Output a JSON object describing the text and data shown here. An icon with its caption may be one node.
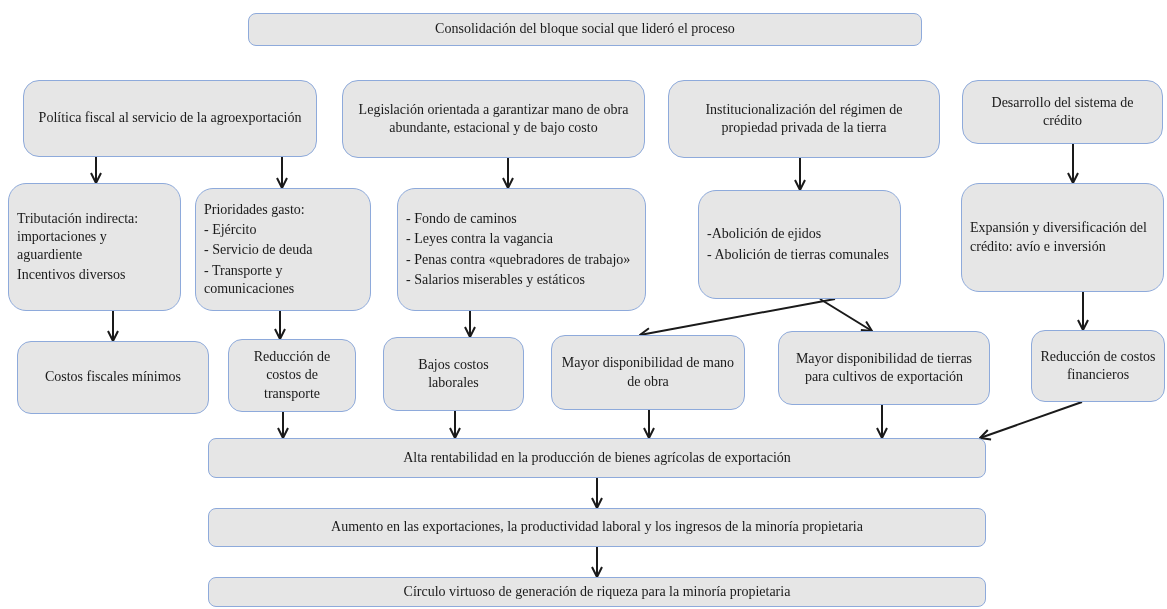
{
  "diagram": {
    "nodes": [
      {
        "text": [
          "Consolidación del bloque social que lideró el proceso"
        ]
      },
      {
        "text": [
          "Política fiscal al servicio de la agroexportación"
        ]
      },
      {
        "text": [
          "Legislación orientada a garantizar mano de obra abundante, estacional y de bajo costo"
        ]
      },
      {
        "text": [
          "Institucionalización del régimen de propiedad privada de la tierra"
        ]
      },
      {
        "text": [
          "Desarrollo del sistema de crédito"
        ]
      },
      {
        "text": [
          "Tributación indirecta: importaciones y aguardiente",
          "Incentivos diversos"
        ]
      },
      {
        "text": [
          "Prioridades gasto:",
          "- Ejército",
          "- Servicio de deuda",
          "- Transporte y comunicaciones"
        ]
      },
      {
        "text": [
          "- Fondo de caminos",
          "- Leyes contra la vagancia",
          "- Penas contra «quebradores de trabajo»",
          "- Salarios miserables y estáticos"
        ]
      },
      {
        "text": [
          "-Abolición de ejidos",
          "- Abolición de tierras comunales"
        ]
      },
      {
        "text": [
          "Expansión y diversificación del crédito: avío e inversión"
        ]
      },
      {
        "text": [
          "Costos fiscales mínimos"
        ]
      },
      {
        "text": [
          "Reducción de costos de transporte"
        ]
      },
      {
        "text": [
          "Bajos costos laborales"
        ]
      },
      {
        "text": [
          "Mayor disponibilidad de mano de obra"
        ]
      },
      {
        "text": [
          "Mayor disponibilidad de tierras para cultivos de exportación"
        ]
      },
      {
        "text": [
          "Reducción de costos financieros"
        ]
      },
      {
        "text": [
          "Alta rentabilidad en la producción de bienes agrícolas de exportación"
        ]
      },
      {
        "text": [
          "Aumento en las exportaciones, la productividad laboral y los ingresos de la minoría propietaria"
        ]
      },
      {
        "text": [
          "Círculo virtuoso de generación de riqueza para la minoría propietaria"
        ]
      }
    ],
    "edges": [
      {
        "from": 1,
        "to": 5,
        "arrow": "to"
      },
      {
        "from": 1,
        "to": 6,
        "arrow": "to"
      },
      {
        "from": 2,
        "to": 7,
        "arrow": "to"
      },
      {
        "from": 3,
        "to": 8,
        "arrow": "to"
      },
      {
        "from": 4,
        "to": 9,
        "arrow": "to"
      },
      {
        "from": 5,
        "to": 10,
        "arrow": "to"
      },
      {
        "from": 6,
        "to": 11,
        "arrow": "to"
      },
      {
        "from": 7,
        "to": 12,
        "arrow": "to"
      },
      {
        "from": 8,
        "to": 13,
        "arrow": "to"
      },
      {
        "from": 8,
        "to": 14,
        "arrow": "to"
      },
      {
        "from": 9,
        "to": 15,
        "arrow": "to"
      },
      {
        "from": 11,
        "to": 16,
        "arrow": "to"
      },
      {
        "from": 12,
        "to": 16,
        "arrow": "to"
      },
      {
        "from": 13,
        "to": 16,
        "arrow": "to"
      },
      {
        "from": 14,
        "to": 16,
        "arrow": "to"
      },
      {
        "from": 15,
        "to": 16,
        "arrow": "to"
      },
      {
        "from": 16,
        "to": 17,
        "arrow": "to"
      },
      {
        "from": 17,
        "to": 18,
        "arrow": "to"
      }
    ]
  }
}
